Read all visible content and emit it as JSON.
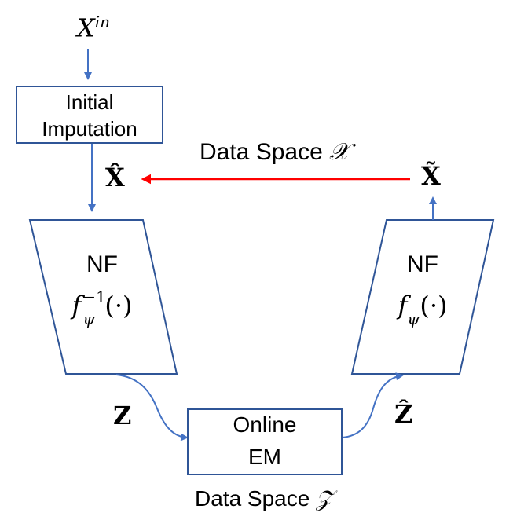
{
  "input_label": "X",
  "input_label_sup": "in",
  "init_box": {
    "line1": "Initial",
    "line2": "Imputation"
  },
  "x_hat": "X̂",
  "x_tilde": "X̃",
  "data_space_x": {
    "text": "Data Space",
    "symbol": "𝒳"
  },
  "nf_left": {
    "title": "NF",
    "func": "f",
    "sub": "ψ",
    "sup": "−1",
    "arg": "(·)"
  },
  "nf_right": {
    "title": "NF",
    "func": "f",
    "sub": "ψ",
    "arg": "(·)"
  },
  "z_label": "Z",
  "z_hat": "Ẑ",
  "em_box": {
    "line1": "Online",
    "line2": "EM"
  },
  "data_space_z": {
    "text": "Data Space",
    "symbol": "𝒵"
  },
  "colors": {
    "shape_stroke": "#2f5597",
    "arrow_blue": "#4472c4",
    "arrow_red": "#ff0000"
  }
}
